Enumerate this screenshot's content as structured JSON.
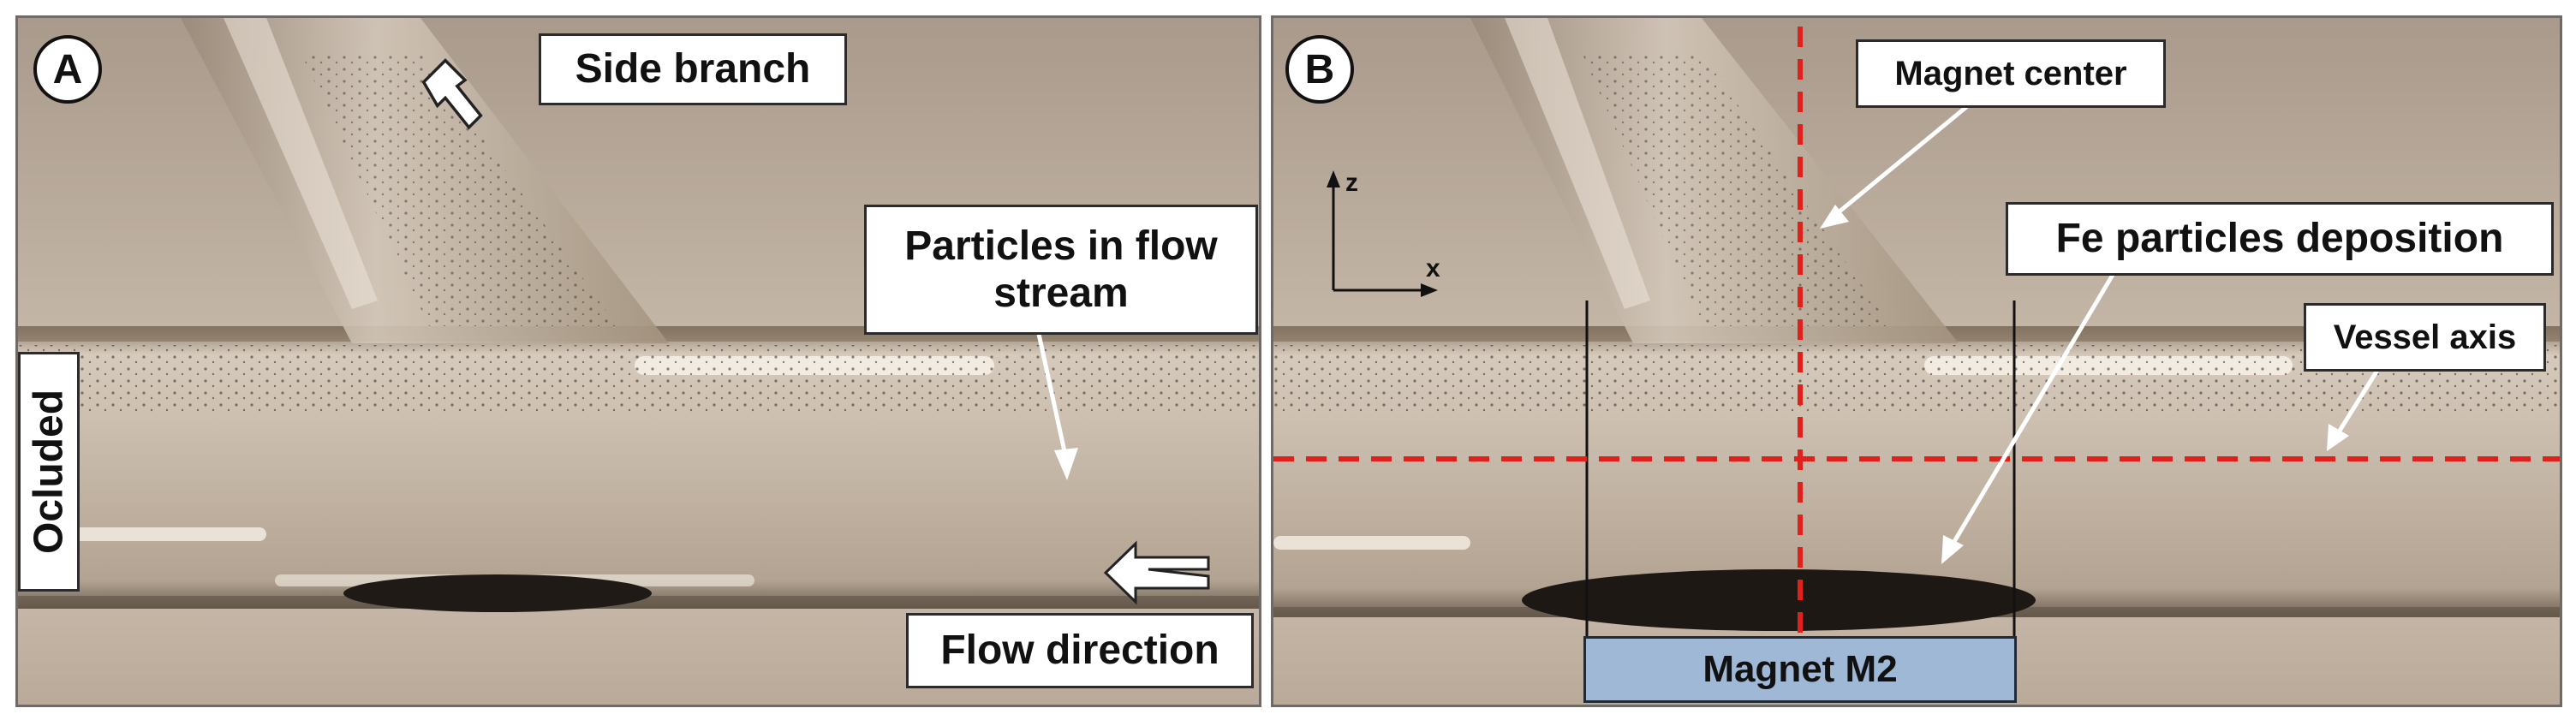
{
  "panel_a": {
    "letter": "A",
    "side_branch_label": "Side branch",
    "particles_label_line1": "Particles in flow",
    "particles_label_line2": "stream",
    "flow_direction_label": "Flow direction",
    "occluded_label": "Ocluded"
  },
  "panel_b": {
    "letter": "B",
    "magnet_center_label": "Magnet center",
    "fe_particles_label": "Fe particles deposition",
    "vessel_axis_label": "Vessel axis",
    "magnet_label": "Magnet M2",
    "axis_z": "z",
    "axis_x": "x"
  },
  "colors": {
    "photo_background": "#b7a898",
    "vessel_tint": "#c8bbac",
    "dashed_line": "#e0201a",
    "magnet_fill": "#9fb8d6",
    "particles": "#1a1613"
  }
}
